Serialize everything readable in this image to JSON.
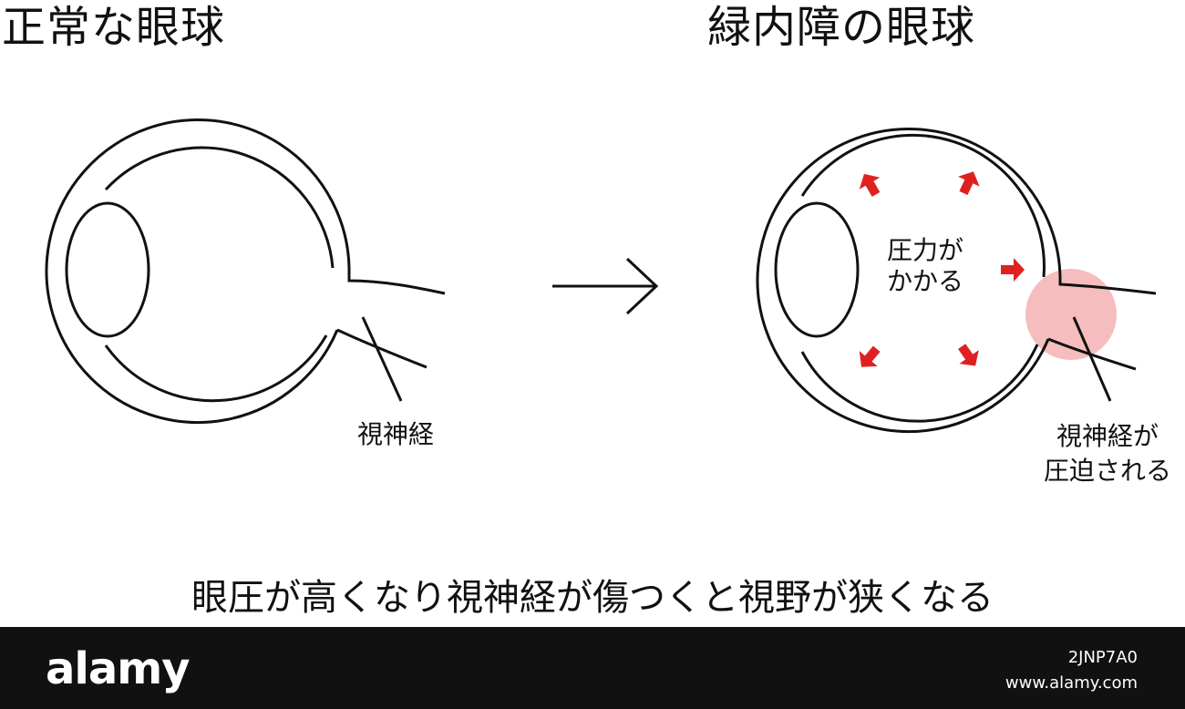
{
  "titles": {
    "normal": "正常な眼球",
    "glaucoma": "緑内障の眼球"
  },
  "labels": {
    "optic_nerve": "視神経",
    "pressure_line1": "圧力が",
    "pressure_line2": "かかる",
    "compressed_line1": "視神経が",
    "compressed_line2": "圧迫される"
  },
  "caption": "眼圧が高くなり視神経が傷つくと視野が狭くなる",
  "footer": {
    "brand": "alamy",
    "image_id": "2JNP7A0",
    "site": "www.alamy.com"
  },
  "colors": {
    "line": "#111111",
    "pressure_arrow": "#e02020",
    "highlight": "#f2a7a7",
    "footer_bg": "#111111"
  }
}
